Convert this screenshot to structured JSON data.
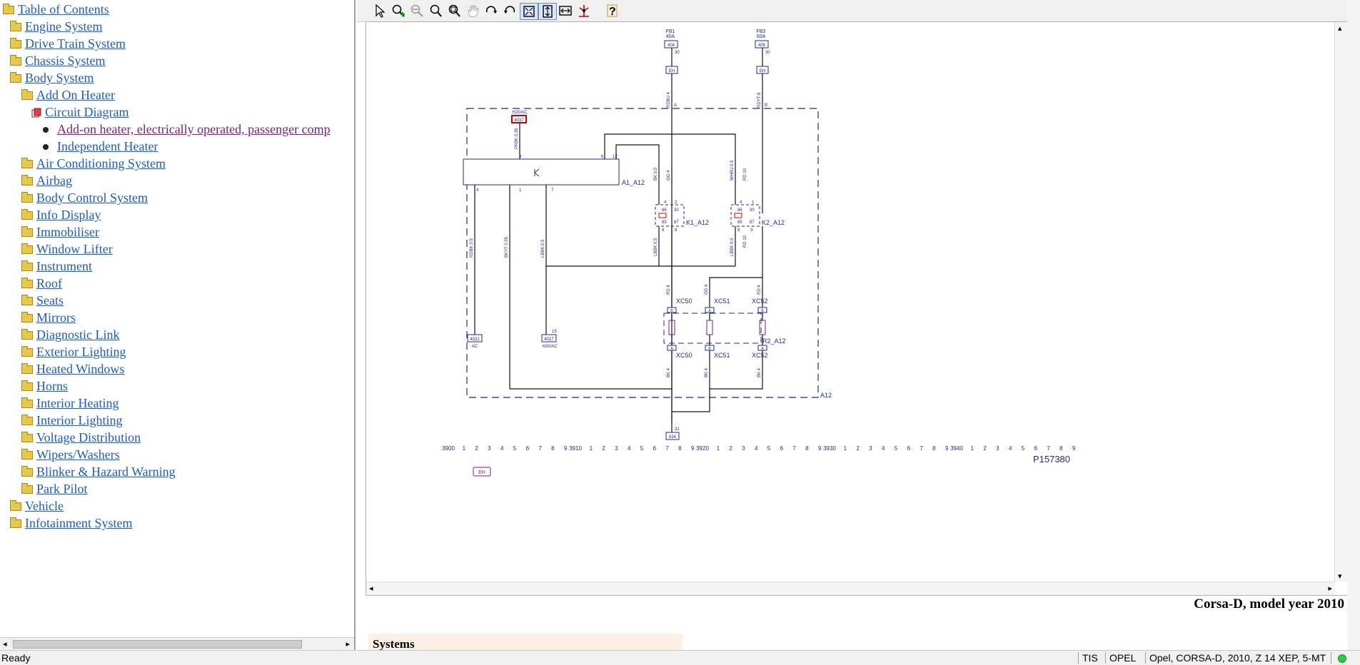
{
  "tree": {
    "root": "Table of Contents",
    "items": [
      {
        "label": "Engine System"
      },
      {
        "label": "Drive Train System"
      },
      {
        "label": "Chassis System"
      },
      {
        "label": "Body System"
      },
      {
        "label": "Add On Heater"
      },
      {
        "label": "Circuit Diagram"
      },
      {
        "label": "Add-on heater, electrically operated, passenger comp"
      },
      {
        "label": "Independent Heater"
      },
      {
        "label": "Air Conditioning System"
      },
      {
        "label": "Airbag"
      },
      {
        "label": "Body Control System"
      },
      {
        "label": "Info Display"
      },
      {
        "label": "Immobiliser"
      },
      {
        "label": "Window Lifter"
      },
      {
        "label": "Instrument"
      },
      {
        "label": "Roof"
      },
      {
        "label": "Seats"
      },
      {
        "label": "Mirrors"
      },
      {
        "label": "Diagnostic Link"
      },
      {
        "label": "Exterior Lighting"
      },
      {
        "label": "Heated Windows"
      },
      {
        "label": "Horns"
      },
      {
        "label": "Interior Heating"
      },
      {
        "label": "Interior Lighting"
      },
      {
        "label": "Voltage Distribution"
      },
      {
        "label": "Wipers/Washers"
      },
      {
        "label": "Blinker & Hazard Warning"
      },
      {
        "label": "Park Pilot"
      },
      {
        "label": "Vehicle"
      },
      {
        "label": "Infotainment System"
      }
    ]
  },
  "toolbar": {
    "icons": [
      "select-arrow-icon",
      "zoom-in-icon",
      "zoom-out-icon",
      "zoom-icon",
      "zoom-window-icon",
      "pan-hand-icon",
      "rotate-right-icon",
      "rotate-left-icon",
      "fit-page-icon",
      "fit-height-icon",
      "fit-width-icon",
      "signal-trace-icon",
      "help-icon"
    ]
  },
  "diagram": {
    "fuses": [
      {
        "name": "FB1",
        "rating": "40A",
        "box": "404",
        "pin": "30"
      },
      {
        "name": "FB3",
        "rating": "60A",
        "box": "405",
        "pin": "30"
      }
    ],
    "eh_label": "EH",
    "top_connector": {
      "label": "H20/AC",
      "box": "4037"
    },
    "bottom_connectors": [
      {
        "box": "4022",
        "label": "AC"
      },
      {
        "box": "4027",
        "label": "H20/AC",
        "pin": "15"
      }
    ],
    "ground": {
      "box": "634",
      "pin": "31"
    },
    "components": {
      "controller": "A1_A12",
      "relay1": "K1_A12",
      "relay2": "K2_A12",
      "heater": "R2_A12",
      "module": "A12"
    },
    "connectors": {
      "top": [
        "XC50",
        "XC51",
        "XC52"
      ],
      "bottom": [
        "XC50",
        "XC51",
        "XC52"
      ]
    },
    "pins": {
      "ctrl_top_3": "3",
      "ctrl_top_6": "6",
      "ctrl_top_12": "12",
      "ctrl_bot_4": "4",
      "ctrl_bot_1": "1",
      "ctrl_bot_7": "7",
      "A": "A",
      "B": "B",
      "r_4": "4",
      "r_2": "2",
      "r_1": "1",
      "r_86": "86",
      "r_30": "30",
      "r_85": "85",
      "r_87": "87",
      "r_6": "6",
      "r_8": "8",
      "r_3": "3"
    },
    "wire_codes": {
      "fb1": "RDBU 4",
      "fb3": "RDYT 8",
      "top_conn": "PKBK 0.35",
      "k1_86": "BK 0.5",
      "k1_30": "OG 4",
      "k2_86": "WHBU 0.5",
      "k2_30": "RD 10",
      "a1_4": "RDBK 0.5",
      "a1_1": "BKYT 0.35",
      "a1_7": "LBBK 0.5",
      "k1_85": "LBBK 0.5",
      "k2_85": "LBBK 0.5",
      "k2_87": "RD 10",
      "xc50_in": "RD 4",
      "xc51_in": "OG 4",
      "xc52_in": "RD 4",
      "xc50_out": "BK 4",
      "xc51_out": "BK 4",
      "xc52_out": "BK 4"
    },
    "ruler": {
      "start": [
        "3900",
        "1",
        "2",
        "3",
        "4",
        "5",
        "6",
        "7",
        "8",
        "9",
        "3910",
        "1",
        "2",
        "3",
        "4",
        "5",
        "6",
        "7",
        "8",
        "9",
        "3920",
        "1",
        "2",
        "3",
        "4",
        "5",
        "6",
        "7",
        "8",
        "9",
        "3930",
        "1",
        "2",
        "3",
        "4",
        "5",
        "6",
        "7",
        "8",
        "9",
        "3940",
        "1",
        "2",
        "3",
        "4",
        "5",
        "6",
        "7",
        "8",
        "9"
      ]
    },
    "figure_id": "P157380",
    "badge": "EH"
  },
  "page": {
    "car_title": "Corsa-D, model year 2010",
    "systems_tab": "Systems"
  },
  "status": {
    "ready": "Ready",
    "app": "TIS",
    "brand": "OPEL",
    "vehicle": "Opel, CORSA-D, 2010, Z 14 XEP, 5-MT"
  },
  "colors": {
    "schematic": "#1f2a8a",
    "wire": "#111111",
    "link": "#1a5db8",
    "visited": "#7a1f7a",
    "highlight": "#cc0000",
    "status_led": "#2ecc40"
  }
}
